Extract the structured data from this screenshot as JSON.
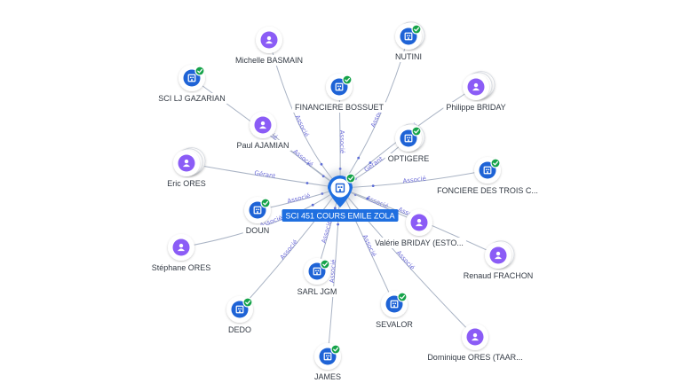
{
  "colors": {
    "company": "#1e63d6",
    "person": "#8b5cf6",
    "check": "#16a34a",
    "edge": "#a9b3c4",
    "edge_label": "#6c6cd8",
    "center": "#1f6fe0"
  },
  "icons": {
    "company": "building-icon",
    "person": "person-icon",
    "check": "check-badge-icon"
  },
  "center": {
    "label": "SCI 451 COURS EMILE ZOLA",
    "type": "company",
    "checked": true
  },
  "nodes": [
    {
      "label": "Michelle BASMAIN",
      "type": "person",
      "checked": false
    },
    {
      "label": "NUTINI",
      "type": "company",
      "checked": true
    },
    {
      "label": "SCI LJ GAZARIAN",
      "type": "company",
      "checked": true
    },
    {
      "label": "FINANCIERE BOSSUET",
      "type": "company",
      "checked": true
    },
    {
      "label": "Philippe BRIDAY",
      "type": "person",
      "checked": false
    },
    {
      "label": "Paul AJAMIAN",
      "type": "person",
      "checked": false
    },
    {
      "label": "OPTIGERE",
      "type": "company",
      "checked": true
    },
    {
      "label": "Eric ORES",
      "type": "person",
      "checked": false
    },
    {
      "label": "FONCIERE DES TROIS C...",
      "type": "company",
      "checked": true
    },
    {
      "label": "DOUN",
      "type": "company",
      "checked": true
    },
    {
      "label": "Valérie BRIDAY (ESTO...",
      "type": "person",
      "checked": false
    },
    {
      "label": "Stéphane ORES",
      "type": "person",
      "checked": false
    },
    {
      "label": "Renaud FRACHON",
      "type": "person",
      "checked": false
    },
    {
      "label": "SARL JGM",
      "type": "company",
      "checked": true
    },
    {
      "label": "DEDO",
      "type": "company",
      "checked": true
    },
    {
      "label": "SEVALOR",
      "type": "company",
      "checked": true
    },
    {
      "label": "Dominique ORES (TAAR...",
      "type": "person",
      "checked": false
    },
    {
      "label": "JAMES",
      "type": "company",
      "checked": true
    }
  ],
  "edges": [
    {
      "to": "Michelle BASMAIN",
      "label": "Associé"
    },
    {
      "to": "NUTINI",
      "label": "Associé"
    },
    {
      "to": "SCI LJ GAZARIAN",
      "label": "Associé"
    },
    {
      "to": "FINANCIERE BOSSUET",
      "label": "Associé"
    },
    {
      "to": "Philippe BRIDAY",
      "label": "Associé"
    },
    {
      "to": "Paul AJAMIAN",
      "label": "Associé"
    },
    {
      "to": "OPTIGERE",
      "label": "Gérant"
    },
    {
      "to": "Eric ORES",
      "label": "Gérant"
    },
    {
      "to": "FONCIERE DES TROIS C...",
      "label": "Associé"
    },
    {
      "to": "DOUN",
      "label": "Associé"
    },
    {
      "to": "Valérie BRIDAY (ESTO...",
      "label": "Associé"
    },
    {
      "to": "Stéphane ORES",
      "label": "Associé"
    },
    {
      "to": "Renaud FRACHON",
      "label": "Associé"
    },
    {
      "to": "SARL JGM",
      "label": "Associé"
    },
    {
      "to": "DEDO",
      "label": "Associé"
    },
    {
      "to": "SEVALOR",
      "label": "Associé"
    },
    {
      "to": "Dominique ORES (TAAR...",
      "label": "Associé"
    },
    {
      "to": "JAMES",
      "label": "Associé"
    }
  ]
}
